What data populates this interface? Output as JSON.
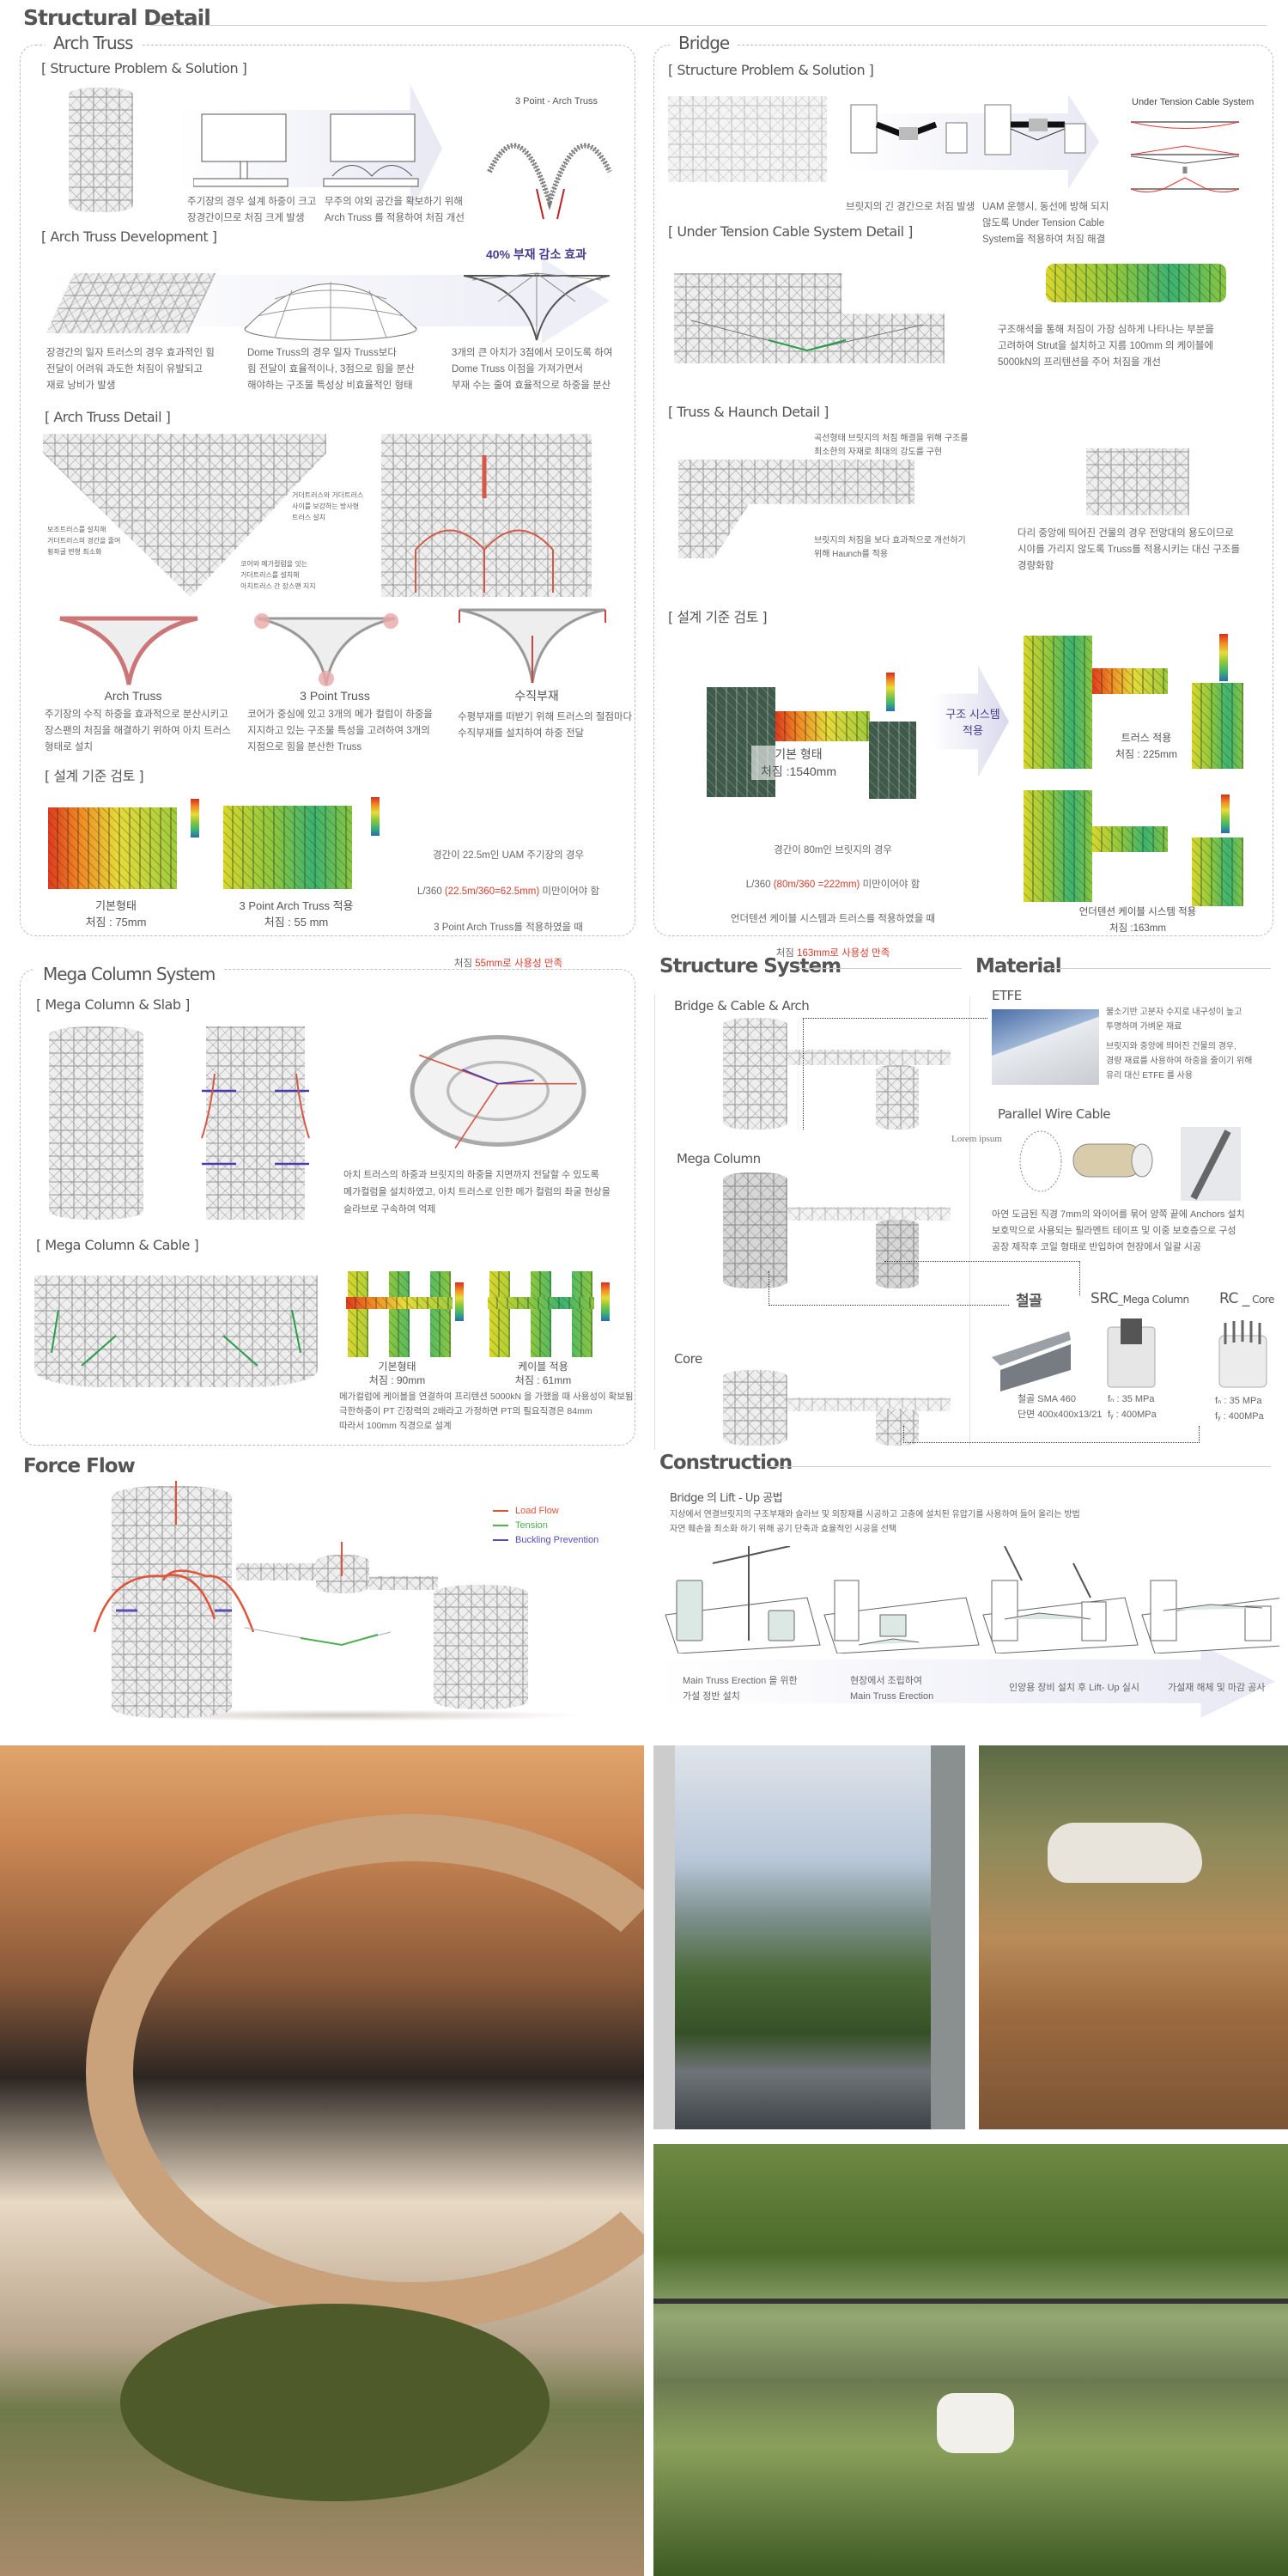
{
  "header": {
    "title": "Structural Detail"
  },
  "arch_truss": {
    "panel_title": "Arch Truss",
    "problem": {
      "heading": "[ Structure Problem & Solution ]",
      "diagram_title": "3 Point - Arch Truss",
      "caption_1": "주기장의 경우 설계 하중이 크고\n장경간이므로 처짐 크게 발생",
      "caption_2": "무주의 야외 공간을 확보하기 위해\nArch Truss 를 적용하여 처짐 개선"
    },
    "development": {
      "heading": "[ Arch Truss Development ]",
      "highlight": "40% 부재 감소 효과",
      "captions": [
        "장경간의 일자 트러스의 경우 효과적인 힘\n전달이 어려워 과도한 처짐이 유발되고\n재료 낭비가 발생",
        "Dome Truss의 경우 일자 Truss보다\n힘 전달이 효율적이나, 3점으로 힘을 분산\n해야하는 구조물 특성상 비효율적인 형태",
        "3개의 큰 아치가 3점에서 모이도록 하여\nDome Truss 이점을 가져가면서\n부재 수는 줄여 효율적으로 하중을 분산"
      ]
    },
    "detail": {
      "heading": "[ Arch Truss Detail ]",
      "annotations": [
        "거더트러스와 거더트러스\n사이를 보강하는 방사형\n트러스 설치",
        "보조트러스를 설치해\n거더트러스의 경간을 줄여\n횡좌굴 변형 최소화",
        "코어와 메가컬럼을 잇는\n거더트러스를 설치해\n아치트러스 간 장스팬 지지"
      ],
      "types": [
        {
          "label": "Arch Truss",
          "caption": "주기장의 수직 하중을 효과적으로 분산시키고\n장스팬의 처짐을 해결하기 위하여 아치 트러스\n형태로 설치"
        },
        {
          "label": "3 Point Truss",
          "caption": "코어가 중심에 있고 3개의 메가 컬럼이 하중을\n지지하고 있는 구조물 특성을 고려하여 3개의\n지점으로 힘을 분산한 Truss"
        },
        {
          "label": "수직부재",
          "caption": "수평부재를 떠받기 위해 트러스의 절점마다\n수직부재를 설치하여 하중 전달"
        }
      ]
    },
    "review": {
      "heading": "[ 설계 기준 검토 ]",
      "results": [
        {
          "label": "기본형태",
          "value": "처짐 : 75mm"
        },
        {
          "label": "3 Point Arch Truss 적용",
          "value": "처짐 : 55 mm"
        }
      ],
      "text_1": "경간이 22.5m인 UAM 주기장의 경우",
      "text_2a": "L/360 ",
      "text_2b": "(22.5m/360=62.5mm)",
      "text_2c": " 미만이어야 함",
      "text_3": "3 Point Arch Truss를 적용하였을 때",
      "text_4a": "처짐 ",
      "text_4b": "55mm로 사용성 만족"
    }
  },
  "bridge": {
    "panel_title": "Bridge",
    "problem": {
      "heading": "[ Structure Problem & Solution ]",
      "diagram_title": "Under Tension Cable System",
      "caption_1": "브릿지의 긴 경간으로 처짐 발생",
      "caption_2": "UAM 운행시, 동선에 방해 되지\n않도록 Under Tension Cable\nSystem을 적용하여 처짐 해결"
    },
    "cable_detail": {
      "heading": "[ Under Tension Cable System Detail ]",
      "caption": "구조해석을 통해 처짐이 가장 심하게 나타나는 부분을\n고려하여 Strut을 설치하고 지름 100mm 의 케이블에\n5000kN의 프리텐션을 주어 처짐을 개선"
    },
    "haunch": {
      "heading": "[ Truss & Haunch Detail ]",
      "annotation_1": "곡선형태 브릿지의 처짐 해결을 위해 구조를\n최소한의 자재로 최대의 강도를 구현",
      "annotation_2": "브릿지의 처짐을 보다 효과적으로 개선하기\n위해 Haunch를 적용",
      "caption": "다리 중앙에 띄어진 건물의 경우 전망대의  용도이므로\n시야를 가리지 않도록 Truss를 적용시키는 대신 구조를\n경량화함"
    },
    "review": {
      "heading": "[ 설계 기준 검토 ]",
      "arrow_label": "구조 시스템\n적용",
      "base": {
        "label": "기본 형태",
        "value": "처짐 :1540mm"
      },
      "truss": {
        "label": "트러스 적용",
        "value": "처짐 : 225mm"
      },
      "cable": {
        "label": "언더텐션 케이블 시스템 적용",
        "value": "처짐 :163mm"
      },
      "text_1": "경간이 80m인 브릿지의 경우",
      "text_2a": "L/360  ",
      "text_2b": "(80m/360 =222mm)",
      "text_2c": " 미만이어야 함",
      "text_3": "언더텐션 케이블 시스템과 트러스를 적용하였을 때",
      "text_4a": "처짐 ",
      "text_4b": "163mm로 사용성 만족"
    }
  },
  "mega_column": {
    "panel_title": "Mega Column System",
    "slab": {
      "heading": "[ Mega Column & Slab ]",
      "caption": "아치 트러스의 하중과 브릿지의 하중을 지면까지 전달할 수 있도록\n메가컬럼을 설치하였고, 아치 트러스로 인한 메가 컬럼의 좌굴 현상을\n슬라브로 구속하여 억제"
    },
    "cable": {
      "heading": "[ Mega Column & Cable ]",
      "results": [
        {
          "label": "기본형태",
          "value": "처짐 : 90mm"
        },
        {
          "label": "케이블 적용",
          "value": "처짐 : 61mm"
        }
      ],
      "caption": "메가컬럼에 케이블을 연결하여 프리텐션 5000kN 을 가했을 때 사용성이 확보됨\n극한하중이 PT 긴장력의 2배라고 가정하면 PT의 필요직경은 84mm\n따라서 100mm 직경으로 설계"
    }
  },
  "structure_system": {
    "title": "Structure System",
    "items": [
      "Bridge & Cable & Arch",
      "Mega Column",
      "Core"
    ]
  },
  "material": {
    "title": "Material",
    "etfe": {
      "title": "ETFE",
      "text_1": "불소기반 고분자 수지로 내구성이 높고\n투명하며 가벼운 재료",
      "text_2": "브릿지와 중앙에 띄어진 건물의 경우,\n경량 재료를 사용하여 하중을 줄이기 위해\n유리 대신 ETFE 를 사용"
    },
    "cable": {
      "title": "Parallel Wire Cable",
      "lorem": "Lorem ipsum",
      "text": "아연 도금된 직경 7mm의 와이어를 묶어 양쪽 끝에 Anchors 설치\n보호막으로 사용되는 필라멘트 테이프 및 이중 보호층으로 구성\n공장 제작후 코일 형태로 반입하여 현장에서  일괄 시공"
    },
    "steel": {
      "title": "철골",
      "text": "철골 SMA 460\n단면 400x400x13/21"
    },
    "src": {
      "title": "SRC",
      "title_sub": "_Mega Column",
      "fck": "fₙ : 35 MPa",
      "fy": "fᵧ  : 400MPa"
    },
    "rc": {
      "title": "RC _",
      "title_sub": " Core",
      "fck": "fₙ : 35 MPa",
      "fy": "fᵧ  : 400MPa"
    }
  },
  "force_flow": {
    "title": "Force Flow",
    "legend": [
      {
        "label": "Load Flow",
        "color": "#e0553a"
      },
      {
        "label": "Tension",
        "color": "#4caf50"
      },
      {
        "label": "Buckling Prevention",
        "color": "#5b4bb7"
      }
    ]
  },
  "construction": {
    "title": "Construction",
    "subtitle": "Bridge 의 Lift - Up 공법",
    "text": "지상에서 연결브릿지의 구조부재와 슬라브 및 외장재를 시공하고 고층에 설치된 유압기를 사용하여 들어 올리는 방법\n자연 훼손을 최소화 하기 위해  공기 단축과 효율적인 시공을 선택",
    "steps": [
      "Main Truss Erection 을 위한\n가설 정반 설치",
      "현장에서 조립하여\nMain Truss Erection",
      "인양용 장비 설치 후 Lift- Up 실시",
      "가설재 해체 및 마감 공사"
    ]
  },
  "colors": {
    "accent_red": "#d43c2c",
    "purple": "#4a3c8c",
    "green": "#4caf50"
  }
}
